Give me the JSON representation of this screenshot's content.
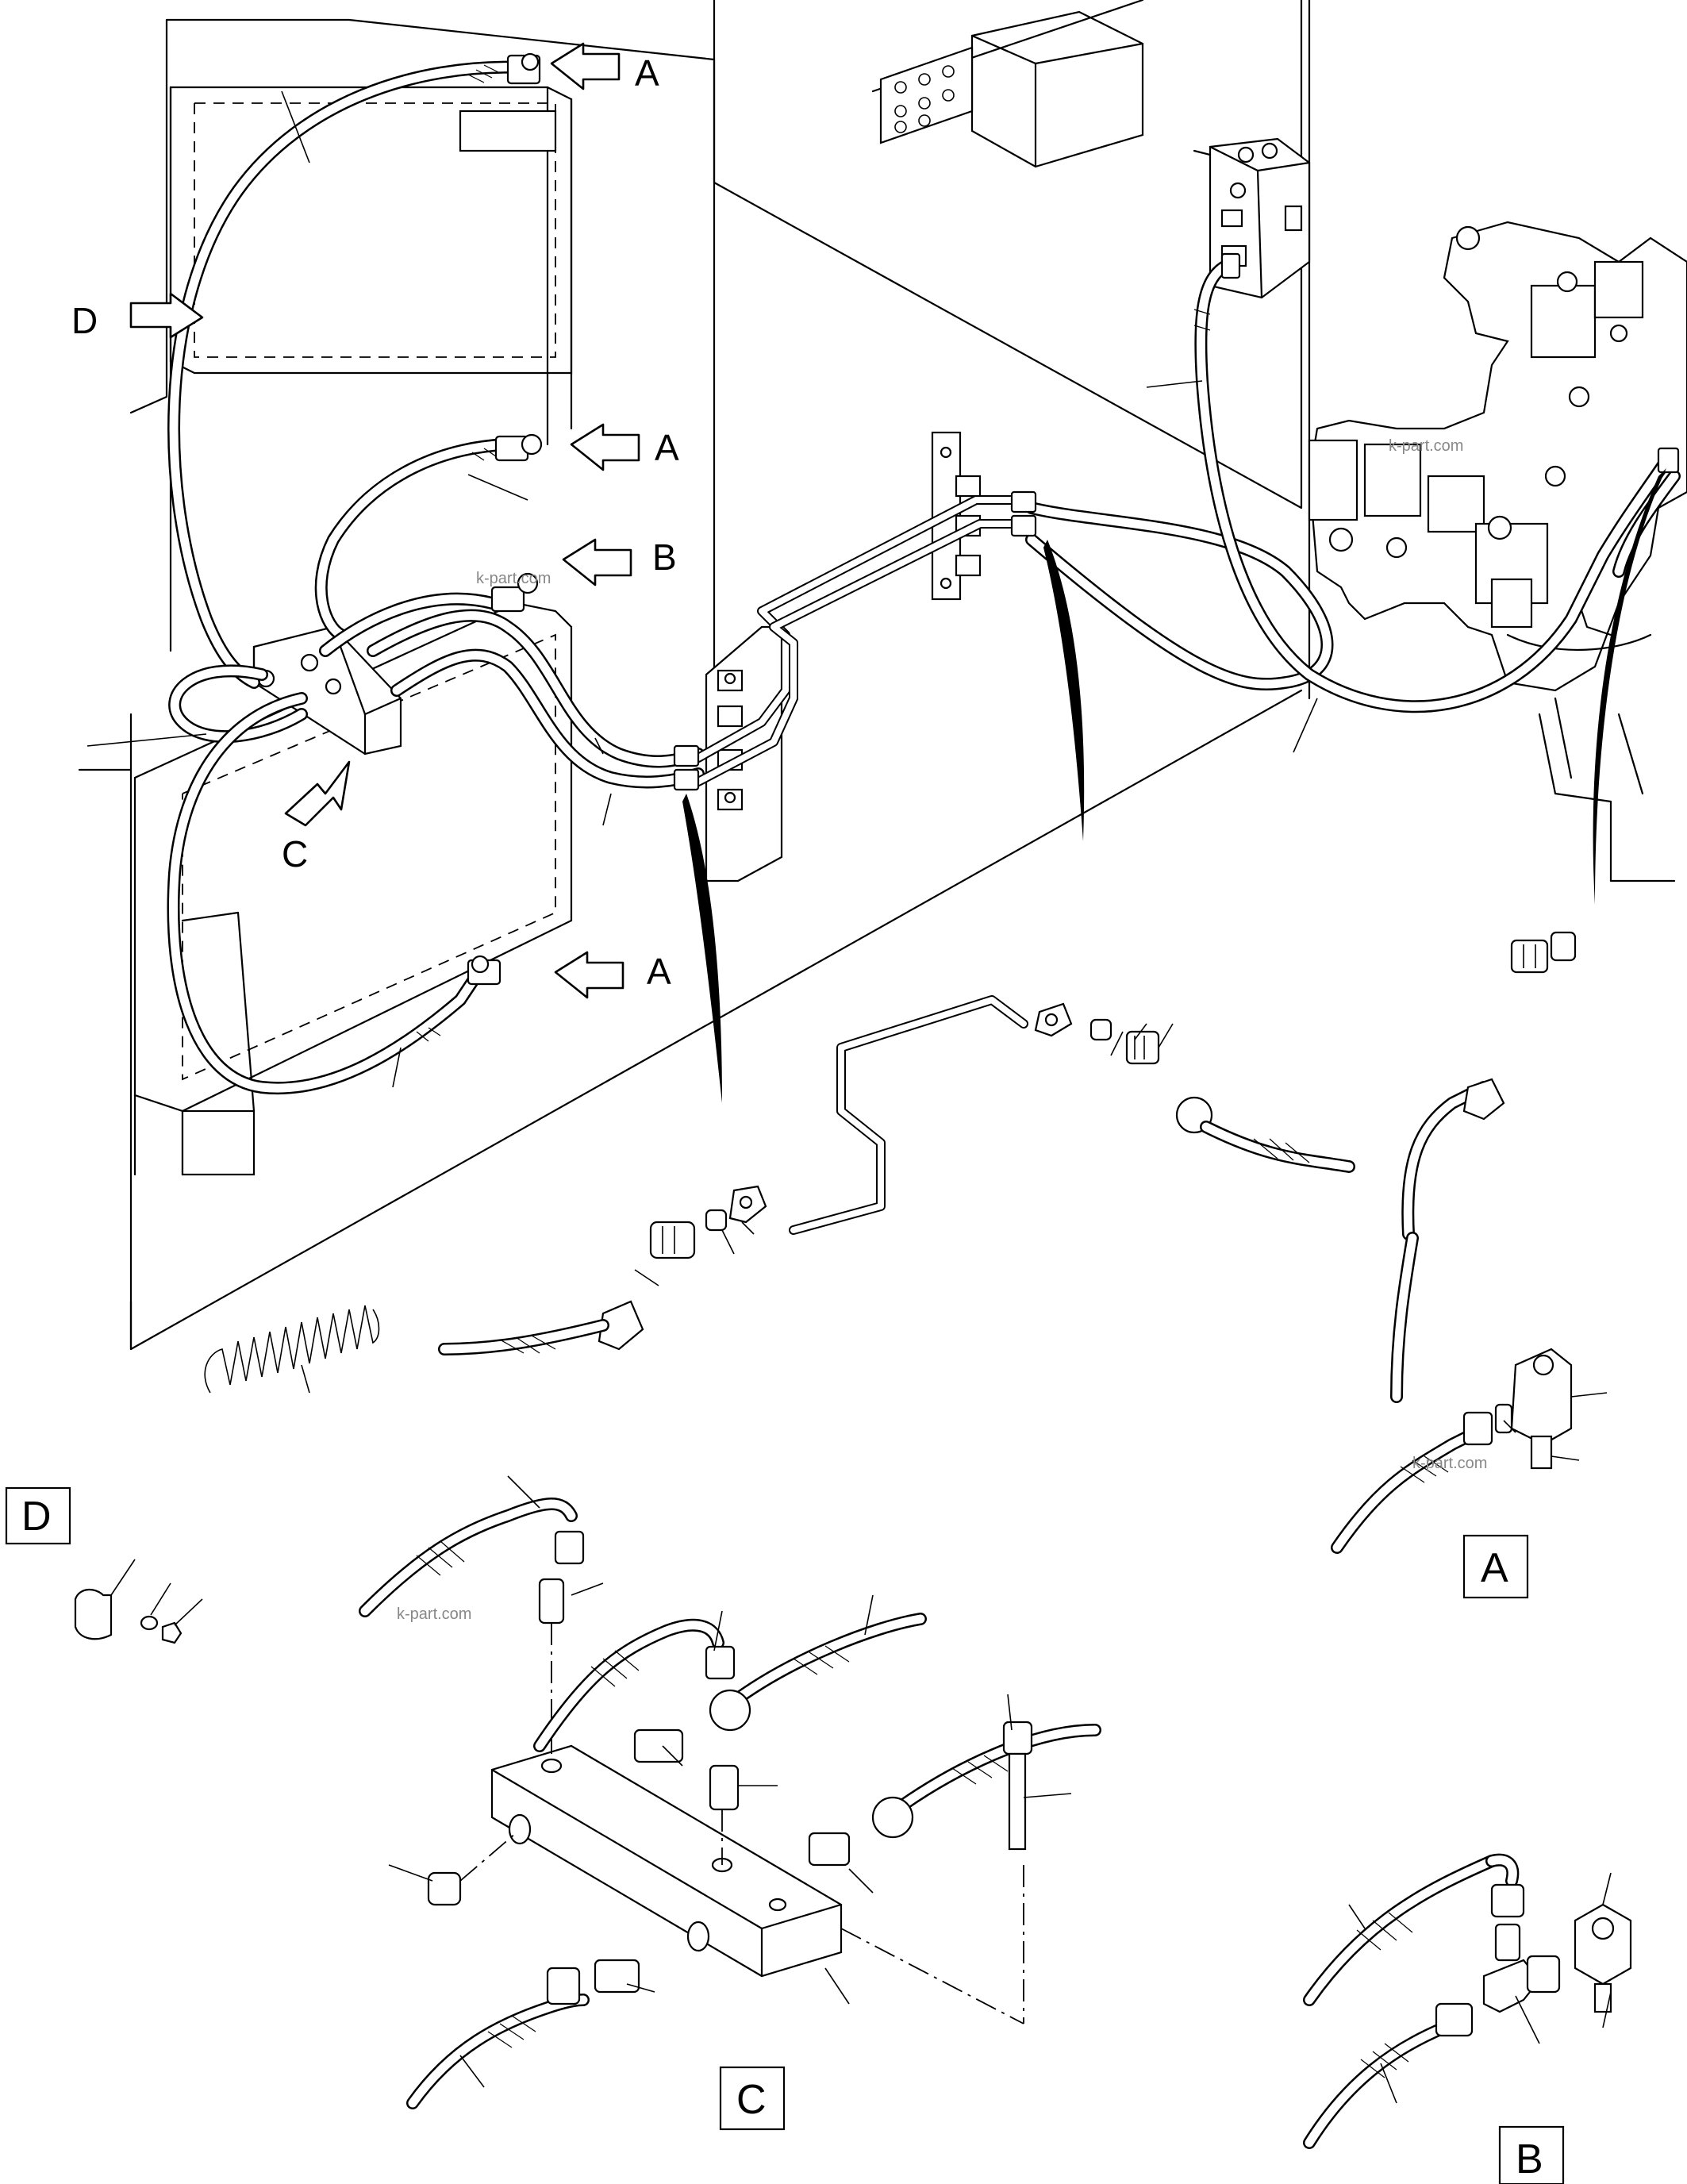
{
  "callouts": {
    "top_a": "A",
    "middle_a": "A",
    "bottom_a": "A",
    "b": "B",
    "c": "C",
    "d": "D"
  },
  "detail_boxes": {
    "d": "D",
    "a": "A",
    "c": "C",
    "b": "B"
  },
  "watermarks": {
    "main": "k-part.com",
    "detail_a": "k-part.com",
    "detail_c": "k-part.com",
    "cooler": "k-part.com"
  }
}
